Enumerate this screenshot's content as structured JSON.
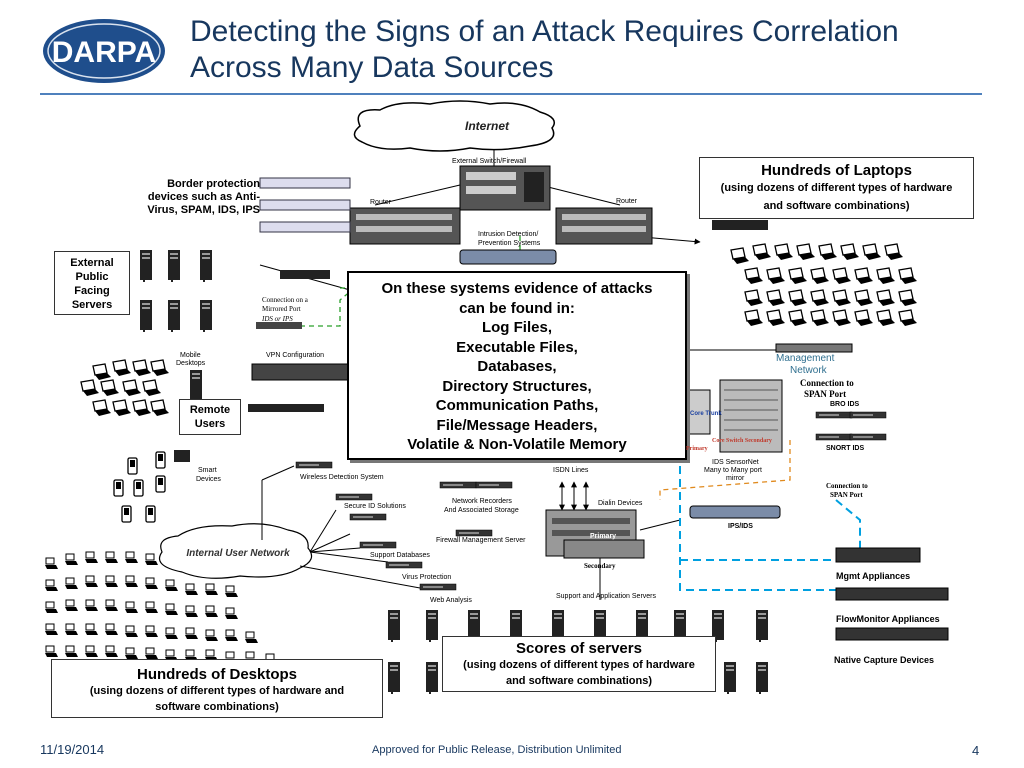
{
  "header": {
    "logo_text": "DARPA",
    "title_line1": "Detecting the Signs of an Attack Requires Correlation",
    "title_line2": "Across Many Data Sources"
  },
  "center_box": {
    "lines": [
      "On these systems evidence of attacks",
      "can be found in:",
      "Log Files,",
      "Executable Files,",
      "Databases,",
      "Directory Structures,",
      "Communication Paths,",
      "File/Message Headers,",
      "Volatile & Non-Volatile Memory"
    ]
  },
  "laptops_box": {
    "title": "Hundreds of Laptops",
    "sub1": "(using dozens of different types of hardware",
    "sub2": "and software combinations)"
  },
  "desktops_box": {
    "title": "Hundreds of Desktops",
    "sub1": "(using dozens of different types of hardware and",
    "sub2": "software combinations)"
  },
  "servers_box": {
    "title": "Scores of servers",
    "sub1": "(using dozens of different types of hardware",
    "sub2": "and software combinations)"
  },
  "external_box": {
    "l1": "External",
    "l2": "Public",
    "l3": "Facing",
    "l4": "Servers"
  },
  "remote_box": {
    "l1": "Remote",
    "l2": "Users"
  },
  "border_label": {
    "l1": "Border protection",
    "l2": "devices such as Anti-",
    "l3": "Virus, SPAM, IDS, IPS"
  },
  "clouds": {
    "internet": "Internet",
    "internal": "Internal User Network"
  },
  "labels": {
    "ext_switch": "External Switch/Firewall",
    "router_left": "Router",
    "router_right": "Router",
    "ids_ips_l1": "Intrusion Detection/",
    "ids_ips_l2": "Prevention Systems",
    "mirror_l1": "Connection on a",
    "mirror_l2": "Mirrored Port",
    "mirror_l3": "IDS or IPS",
    "mobile_l1": "Mobile",
    "mobile_l2": "Desktops",
    "vpn": "VPN Configuration",
    "smart_l1": "Smart",
    "smart_l2": "Devices",
    "wireless": "Wireless Detection System",
    "secure_id": "Secure ID Solutions",
    "support_db": "Support Databases",
    "virus": "Virus Protection",
    "web": "Web Analysis",
    "isdn": "ISDN Lines",
    "recorders_l1": "Network Recorders",
    "recorders_l2": "And Associated Storage",
    "firewall_mgmt": "Firewall Management Server",
    "dialin": "Dialin Devices",
    "primary": "Primary",
    "secondary": "Secondary",
    "support_app": "Support and Application Servers",
    "mgmt_net_l1": "Management",
    "mgmt_net_l2": "Network",
    "span1_l1": "Connection to",
    "span1_l2": "SPAN Port",
    "bro": "BRO IDS",
    "snort": "SNORT IDS",
    "core_trunk": "Core Trunk",
    "core_switch": "Core Switch Secondary",
    "primary_small": "Primary",
    "sensornet_l1": "IDS SensorNet",
    "sensornet_l2": "Many to Many port",
    "sensornet_l3": "mirror",
    "span2_l1": "Connection to",
    "span2_l2": "SPAN Port",
    "ipsids": "IPS/IDS",
    "mgmt_app": "Mgmt Appliances",
    "flow_app": "FlowMonitor Appliances",
    "native": "Native Capture Devices"
  },
  "footer": {
    "date": "11/19/2014",
    "center": "Approved for Public Release, Distribution Unlimited",
    "page": "4"
  }
}
